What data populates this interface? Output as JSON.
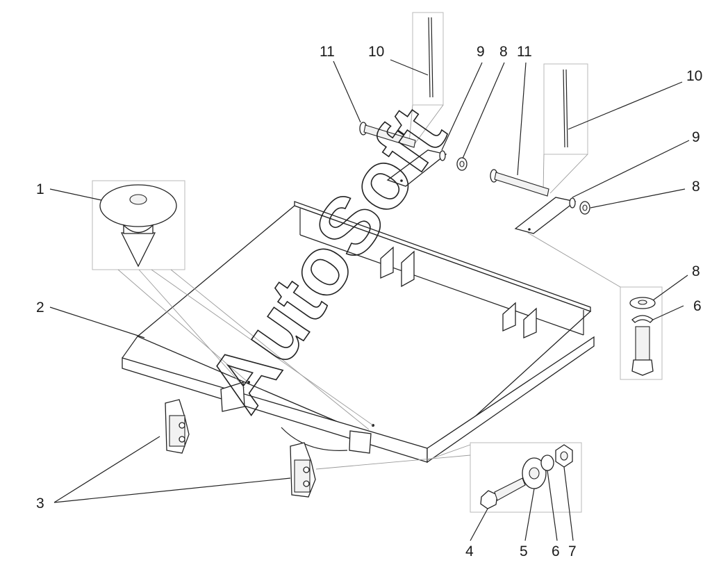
{
  "watermark": "AutoSoft",
  "callouts": [
    {
      "id": "c1",
      "label": "1"
    },
    {
      "id": "c2",
      "label": "2"
    },
    {
      "id": "c3",
      "label": "3"
    },
    {
      "id": "c4",
      "label": "4"
    },
    {
      "id": "c5",
      "label": "5"
    },
    {
      "id": "c6a",
      "label": "6"
    },
    {
      "id": "c7",
      "label": "7"
    },
    {
      "id": "c6b",
      "label": "6"
    },
    {
      "id": "c8a",
      "label": "8"
    },
    {
      "id": "c8b",
      "label": "8"
    },
    {
      "id": "c8c",
      "label": "8"
    },
    {
      "id": "c9a",
      "label": "9"
    },
    {
      "id": "c9b",
      "label": "9"
    },
    {
      "id": "c10a",
      "label": "10"
    },
    {
      "id": "c10b",
      "label": "10"
    },
    {
      "id": "c11a",
      "label": "11"
    },
    {
      "id": "c11b",
      "label": "11"
    }
  ]
}
